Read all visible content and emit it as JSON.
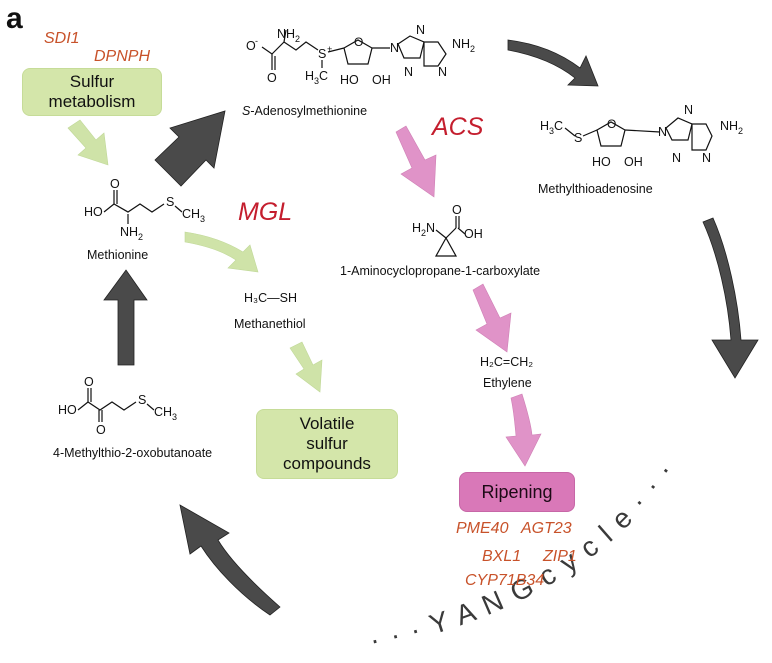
{
  "panel_label": "a",
  "genes": {
    "sulfur": [
      "SDI1",
      "DPNPH"
    ],
    "ripening": [
      "PME40",
      "AGT23",
      "BXL1",
      "ZIP1",
      "CYP71B34"
    ]
  },
  "enzymes": {
    "acs": "ACS",
    "mgl": "MGL"
  },
  "boxes": {
    "sulfur_metabolism": [
      "Sulfur",
      "metabolism"
    ],
    "volatile": [
      "Volatile",
      "sulfur",
      "compounds"
    ],
    "ripening": "Ripening"
  },
  "compounds": {
    "sam": {
      "prefix": "S",
      "name": "-Adenosylmethionine"
    },
    "mta": "Methylthioadenosine",
    "methionine": "Methionine",
    "acc": "1-Aminocyclopropane-1-carboxylate",
    "methanethiol": "Methanethiol",
    "ethylene": "Ethylene",
    "kmbA": "4-Methylthio-2-oxobutanoate"
  },
  "formula_labels": {
    "methanethiol": "H₃C—SH",
    "ethylene": "H₂C=CH₂"
  },
  "cycle_label": "...YANG cycle...",
  "colors": {
    "cycle_arrow": "#4a4a4a",
    "green_arrow": "#cfe3a8",
    "pink_arrow": "#e093c8",
    "green_box": "#d4e6aa",
    "pink_box": "#d978b8",
    "gene_text": "#c8522a",
    "enzyme_text": "#c41e2e"
  }
}
